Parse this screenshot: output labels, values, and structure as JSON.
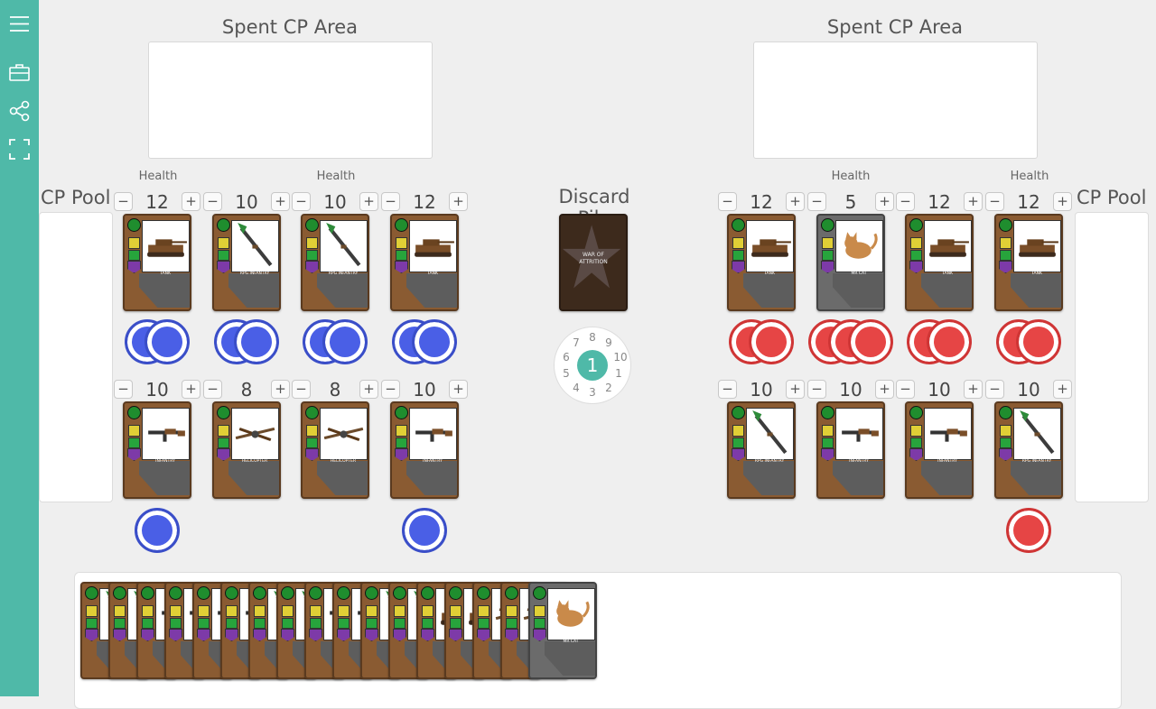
{
  "sidebar": {
    "icons": [
      "menu-icon",
      "briefcase-icon",
      "share-icon",
      "fullscreen-icon"
    ]
  },
  "left": {
    "spent_label": "Spent CP Area",
    "pool_label": "CP Pool",
    "health_label": "Health",
    "row1": [
      {
        "value": "12",
        "card": "TANK",
        "tokens": 2
      },
      {
        "value": "10",
        "card": "RPG INFANTRY",
        "tokens": 2
      },
      {
        "value": "10",
        "card": "RPG INFANTRY",
        "tokens": 2
      },
      {
        "value": "12",
        "card": "TANK",
        "tokens": 2
      }
    ],
    "row2": [
      {
        "value": "10",
        "card": "INFANTRY",
        "tokens": 1
      },
      {
        "value": "8",
        "card": "HELICOPTER",
        "tokens": 0
      },
      {
        "value": "8",
        "card": "HELICOPTER",
        "tokens": 0
      },
      {
        "value": "10",
        "card": "INFANTRY",
        "tokens": 1
      }
    ]
  },
  "right": {
    "spent_label": "Spent CP Area",
    "pool_label": "CP Pool",
    "health_label": "Health",
    "row1": [
      {
        "value": "12",
        "card": "TANK",
        "tokens": 2
      },
      {
        "value": "5",
        "card": "MR CAT",
        "tokens": 3
      },
      {
        "value": "12",
        "card": "TANK",
        "tokens": 2
      },
      {
        "value": "12",
        "card": "TANK",
        "tokens": 2
      }
    ],
    "row2": [
      {
        "value": "10",
        "card": "RPG INFANTRY",
        "tokens": 0
      },
      {
        "value": "10",
        "card": "INFANTRY",
        "tokens": 0
      },
      {
        "value": "10",
        "card": "INFANTRY",
        "tokens": 0
      },
      {
        "value": "10",
        "card": "RPG INFANTRY",
        "tokens": 1
      }
    ]
  },
  "discard": {
    "label": "Discard Pile",
    "card_text": "WAR OF ATTRITION"
  },
  "dial": {
    "value": "1",
    "numbers": [
      "8",
      "9",
      "10",
      "1",
      "2",
      "3",
      "4",
      "5",
      "6",
      "7"
    ]
  },
  "buttons": {
    "minus": "−",
    "plus": "+"
  },
  "hand": {
    "cards": [
      "RPG INFANTRY",
      "RPG INFANTRY",
      "INFANTRY",
      "INFANTRY",
      "INFANTRY",
      "INFANTRY",
      "RPG INFANTRY",
      "RPG INFANTRY",
      "INFANTRY",
      "INFANTRY",
      "RPG INFANTRY",
      "RPG INFANTRY",
      "TANK",
      "TANK",
      "HELICOPTER",
      "HELICOPTER",
      "MR CAT"
    ]
  },
  "colors": {
    "sidebar": "#4fb9a8",
    "blue_token": "#4a5fe6",
    "red_token": "#e64545",
    "card_brown": "#8a5b32"
  }
}
